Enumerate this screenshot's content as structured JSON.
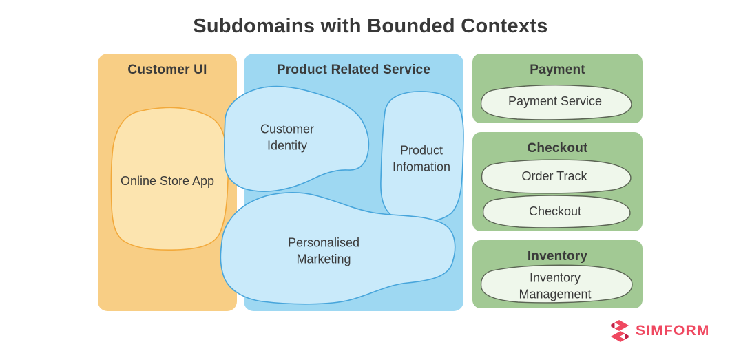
{
  "title": "Subdomains with Bounded Contexts",
  "subdomains": {
    "customer_ui": {
      "title": "Customer UI",
      "contexts": {
        "online_store_app": "Online Store App"
      }
    },
    "product_related_service": {
      "title": "Product Related Service",
      "contexts": {
        "customer_identity": "Customer Identity",
        "product_information": "Product Infomation",
        "personalised_marketing": "Personalised Marketing"
      }
    },
    "payment": {
      "title": "Payment",
      "contexts": {
        "payment_service": "Payment Service"
      }
    },
    "checkout": {
      "title": "Checkout",
      "contexts": {
        "order_track": "Order Track",
        "checkout": "Checkout"
      }
    },
    "inventory": {
      "title": "Inventory",
      "contexts": {
        "inventory_management": "Inventory Management"
      }
    }
  },
  "branding": {
    "logo_text": "SIMFORM"
  },
  "colors": {
    "customer_ui_panel": "#F8CE85",
    "product_panel": "#9ED8F2",
    "green_panel": "#A2C994",
    "orange_blob": "#FCE4AF",
    "orange_blob_stroke": "#F2A93B",
    "blue_blob": "#C9EAFA",
    "blue_blob_stroke": "#47A5DB",
    "green_blob": "#EFF7EB",
    "green_blob_stroke": "#5B6454",
    "brand": "#EF4860",
    "brand_dark": "#C21F45",
    "text": "#3A3A3A"
  }
}
